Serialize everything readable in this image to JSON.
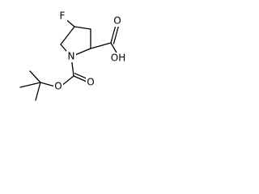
{
  "structure": {
    "atom_labels": {
      "fluorine": "F",
      "ring_nitrogen": "N",
      "acid_hydroxyl": "OH",
      "acid_carbonyl_oxygen": "O",
      "carbamate_carbonyl_oxygen": "O",
      "ester_oxygen": "O"
    }
  }
}
